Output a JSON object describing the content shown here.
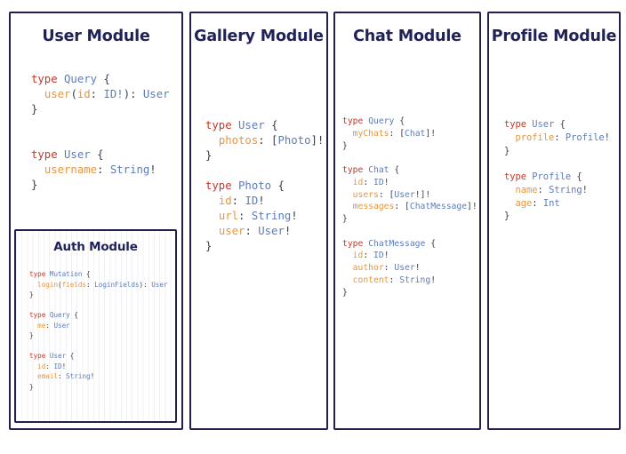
{
  "diagram": {
    "type": "graphql-schema-module-panels",
    "background_color": "#ffffff",
    "panel_border_color": "#211f4e",
    "title_color": "#1f2157",
    "syntax_colors": {
      "keyword": "#c0392b",
      "type_name": "#5c7cba",
      "field_name": "#e8963c",
      "punctuation": "#3d3d4e"
    }
  },
  "modules": [
    {
      "id": "user",
      "title": "User Module",
      "blocks": [
        {
          "header": {
            "keyword": "type",
            "name": "Query",
            "brace": "{"
          },
          "fields": [
            {
              "name": "user",
              "args": "(id: ID!)",
              "sep": ": ",
              "type": "User"
            }
          ],
          "close": "}"
        },
        {
          "header": {
            "keyword": "type",
            "name": "User",
            "brace": "{"
          },
          "fields": [
            {
              "name": "username",
              "args": "",
              "sep": ": ",
              "type": "String!"
            }
          ],
          "close": "}"
        }
      ],
      "nested": {
        "id": "auth",
        "title": "Auth Module",
        "blocks": [
          {
            "header": {
              "keyword": "type",
              "name": "Mutation",
              "brace": "{"
            },
            "fields": [
              {
                "name": "login",
                "args": "(fields: LoginFields)",
                "sep": ": ",
                "type": "User"
              }
            ],
            "close": "}"
          },
          {
            "header": {
              "keyword": "type",
              "name": "Query",
              "brace": "{"
            },
            "fields": [
              {
                "name": "me",
                "args": "",
                "sep": ": ",
                "type": "User"
              }
            ],
            "close": "}"
          },
          {
            "header": {
              "keyword": "type",
              "name": "User",
              "brace": "{"
            },
            "fields": [
              {
                "name": "id",
                "args": "",
                "sep": ": ",
                "type": "ID!"
              },
              {
                "name": "email",
                "args": "",
                "sep": ": ",
                "type": "String!"
              }
            ],
            "close": "}"
          }
        ]
      }
    },
    {
      "id": "gallery",
      "title": "Gallery Module",
      "blocks": [
        {
          "header": {
            "keyword": "type",
            "name": "User",
            "brace": "{"
          },
          "fields": [
            {
              "name": "photos",
              "args": "",
              "sep": ": ",
              "type": "[Photo]!"
            }
          ],
          "close": "}"
        },
        {
          "header": {
            "keyword": "type",
            "name": "Photo",
            "brace": "{"
          },
          "fields": [
            {
              "name": "id",
              "args": "",
              "sep": ": ",
              "type": "ID!"
            },
            {
              "name": "url",
              "args": "",
              "sep": ": ",
              "type": "String!"
            },
            {
              "name": "user",
              "args": "",
              "sep": ": ",
              "type": "User!"
            }
          ],
          "close": "}"
        }
      ],
      "nested": null
    },
    {
      "id": "chat",
      "title": "Chat Module",
      "blocks": [
        {
          "header": {
            "keyword": "type",
            "name": "Query",
            "brace": "{"
          },
          "fields": [
            {
              "name": "myChats",
              "args": "",
              "sep": ": ",
              "type": "[Chat]!"
            }
          ],
          "close": "}"
        },
        {
          "header": {
            "keyword": "type",
            "name": "Chat",
            "brace": "{"
          },
          "fields": [
            {
              "name": "id",
              "args": "",
              "sep": ": ",
              "type": "ID!"
            },
            {
              "name": "users",
              "args": "",
              "sep": ": ",
              "type": "[User!]!"
            },
            {
              "name": "messages",
              "args": "",
              "sep": ": ",
              "type": "[ChatMessage]!"
            }
          ],
          "close": "}"
        },
        {
          "header": {
            "keyword": "type",
            "name": "ChatMessage",
            "brace": "{"
          },
          "fields": [
            {
              "name": "id",
              "args": "",
              "sep": ": ",
              "type": "ID!"
            },
            {
              "name": "author",
              "args": "",
              "sep": ": ",
              "type": "User!"
            },
            {
              "name": "content",
              "args": "",
              "sep": ": ",
              "type": "String!"
            }
          ],
          "close": "}"
        }
      ],
      "nested": null
    },
    {
      "id": "profile",
      "title": "Profile Module",
      "blocks": [
        {
          "header": {
            "keyword": "type",
            "name": "User",
            "brace": "{"
          },
          "fields": [
            {
              "name": "profile",
              "args": "",
              "sep": ": ",
              "type": "Profile!"
            }
          ],
          "close": "}"
        },
        {
          "header": {
            "keyword": "type",
            "name": "Profile",
            "brace": "{"
          },
          "fields": [
            {
              "name": "name",
              "args": "",
              "sep": ": ",
              "type": "String!"
            },
            {
              "name": "age",
              "args": "",
              "sep": ": ",
              "type": "Int"
            }
          ],
          "close": "}"
        }
      ],
      "nested": null
    }
  ]
}
